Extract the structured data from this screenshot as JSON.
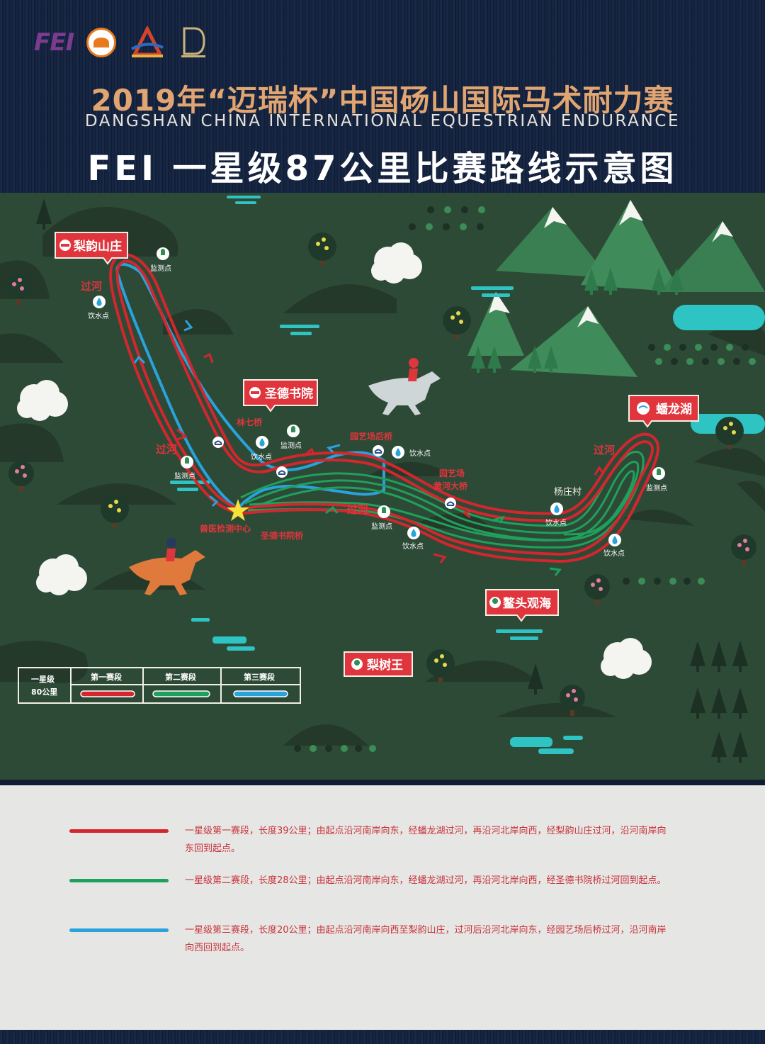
{
  "header": {
    "title_cn": "2019年“迈瑞杯”中国砀山国际马术耐力赛",
    "title_en": "DANGSHAN CHINA INTERNATIONAL EQUESTRIAN ENDURANCE",
    "subtitle": "FEI 一星级87公里比赛路线示意图",
    "logos": [
      {
        "name": "fei-logo",
        "text": "FEI",
        "color": "#7b3b8f"
      },
      {
        "name": "association-logo",
        "color": "#e87a1e"
      },
      {
        "name": "event-logo",
        "color": "#d4442c"
      },
      {
        "name": "club-logo",
        "color": "#c9b27a"
      }
    ]
  },
  "map": {
    "colors": {
      "background": "#2d4a36",
      "hill": "#24392a",
      "mountain": "#3f8c5a",
      "river": "#2ec4c4",
      "stage1": "#d3262e",
      "stage2": "#1fa05c",
      "stage3": "#2aa2dc",
      "sign": "#e0353c"
    },
    "places": [
      {
        "id": "liyunshanzhuang",
        "text": "梨韵山庄"
      },
      {
        "id": "shengdeshuyuan",
        "text": "圣德书院"
      },
      {
        "id": "panlonghu",
        "text": "蟠龙湖"
      },
      {
        "id": "aotouguanhai",
        "text": "鳌头观海"
      },
      {
        "id": "lishuwang",
        "text": "梨树王"
      }
    ],
    "labels": {
      "river_cross": "过河",
      "monitor": "监测点",
      "water": "饮水点",
      "linqiqiao": "林七桥",
      "yuanyichang_houqiao": "园艺场后桥",
      "yuanyichang_huanghe_1": "园艺场",
      "yuanyichang_huanghe_2": "黄河大桥",
      "yangzhuangcun": "杨庄村",
      "vet_center": "兽医检测中心",
      "shengde_bridge": "圣德书院桥"
    },
    "legend_box": {
      "level_1": "一星级",
      "level_2": "80公里",
      "stages": [
        "第一赛段",
        "第二赛段",
        "第三赛段"
      ]
    }
  },
  "legend": [
    {
      "color": "#d3262e",
      "text": "一星级第一赛段，长度39公里；由起点沿河南岸向东，经蟠龙湖过河，再沿河北岸向西，经梨韵山庄过河，沿河南岸向东回到起点。"
    },
    {
      "color": "#1fa05c",
      "text": "一星级第二赛段，长度28公里；由起点沿河南岸向东，经蟠龙湖过河，再沿河北岸向西，经圣德书院桥过河回到起点。"
    },
    {
      "color": "#2aa2dc",
      "text": "一星级第三赛段，长度20公里；由起点沿河南岸向西至梨韵山庄，过河后沿河北岸向东，经园艺场后桥过河，沿河南岸向西回到起点。"
    }
  ]
}
